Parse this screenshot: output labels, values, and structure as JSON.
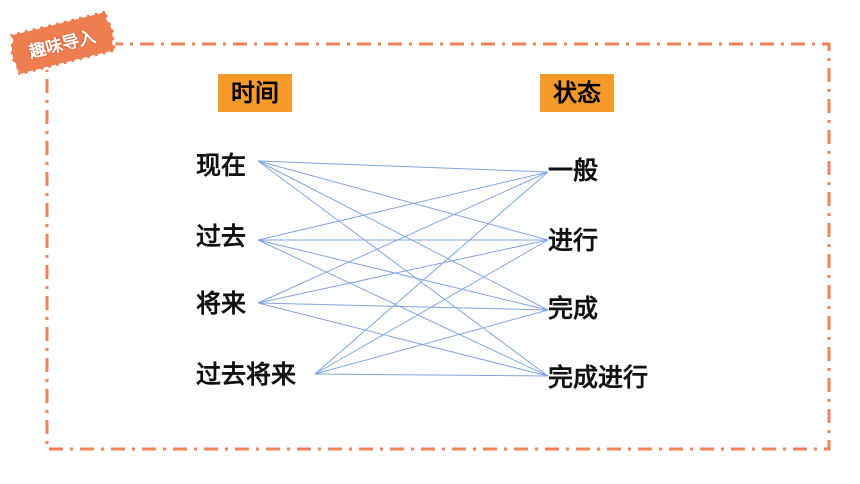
{
  "badge": {
    "label": "趣味导入"
  },
  "headers": {
    "left": "时间",
    "right": "状态"
  },
  "left_items": [
    {
      "label": "现在"
    },
    {
      "label": "过去"
    },
    {
      "label": "将来"
    },
    {
      "label": "过去将来"
    }
  ],
  "right_items": [
    {
      "label": "一般"
    },
    {
      "label": "进行"
    },
    {
      "label": "完成"
    },
    {
      "label": "完成进行"
    }
  ],
  "colors": {
    "accent": "#f79a2a",
    "border_dash": "#f0835a",
    "line": "#7fa7e3",
    "badge": "#ee7d50"
  }
}
